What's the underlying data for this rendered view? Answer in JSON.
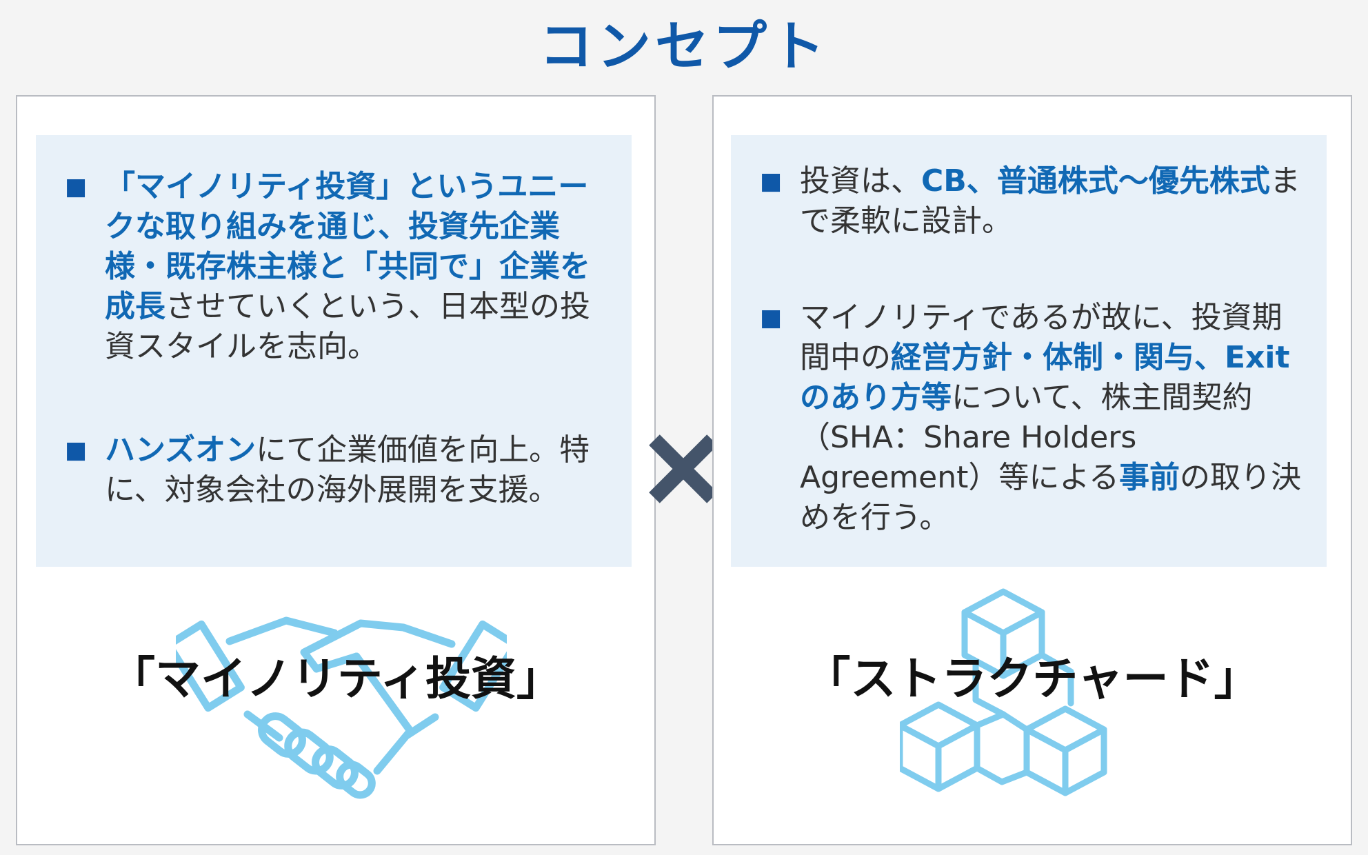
{
  "title": "コンセプト",
  "left": {
    "bullet1": {
      "seg1": "「マイノリティ投資」というユニークな取り組みを通じ、投資先企業様・既存株主様と「共同で」企業を成長",
      "seg2": "させていくという、日本型の投資スタイルを志向。"
    },
    "bullet2": {
      "seg1": "ハンズオン",
      "seg2": "にて企業価値を向上。特に、対象会社の海外展開を支援。"
    },
    "caption": "「マイノリティ投資」",
    "icon": "handshake-icon"
  },
  "right": {
    "bullet1": {
      "seg1": "投資は、",
      "seg2": "CB、普通株式～優先株式",
      "seg3": "まで柔軟に設計。"
    },
    "bullet2": {
      "seg1": "マイノリティであるが故に、投資期間中の",
      "seg2": "経営方針・体制・関与、Exitのあり方等",
      "seg3": "について、株主間契約（SHA：Share Holders Agreement）等による",
      "seg4": "事前",
      "seg5": "の取り決めを行う。"
    },
    "caption": "「ストラクチャード」",
    "icon": "blocks-icon"
  },
  "bullet_symbol": "■",
  "colors": {
    "title": "#0f58a8",
    "highlight": "#1068b4",
    "box": "#e8f1f9",
    "icon": "#7fccee",
    "cross": "#44546a"
  }
}
